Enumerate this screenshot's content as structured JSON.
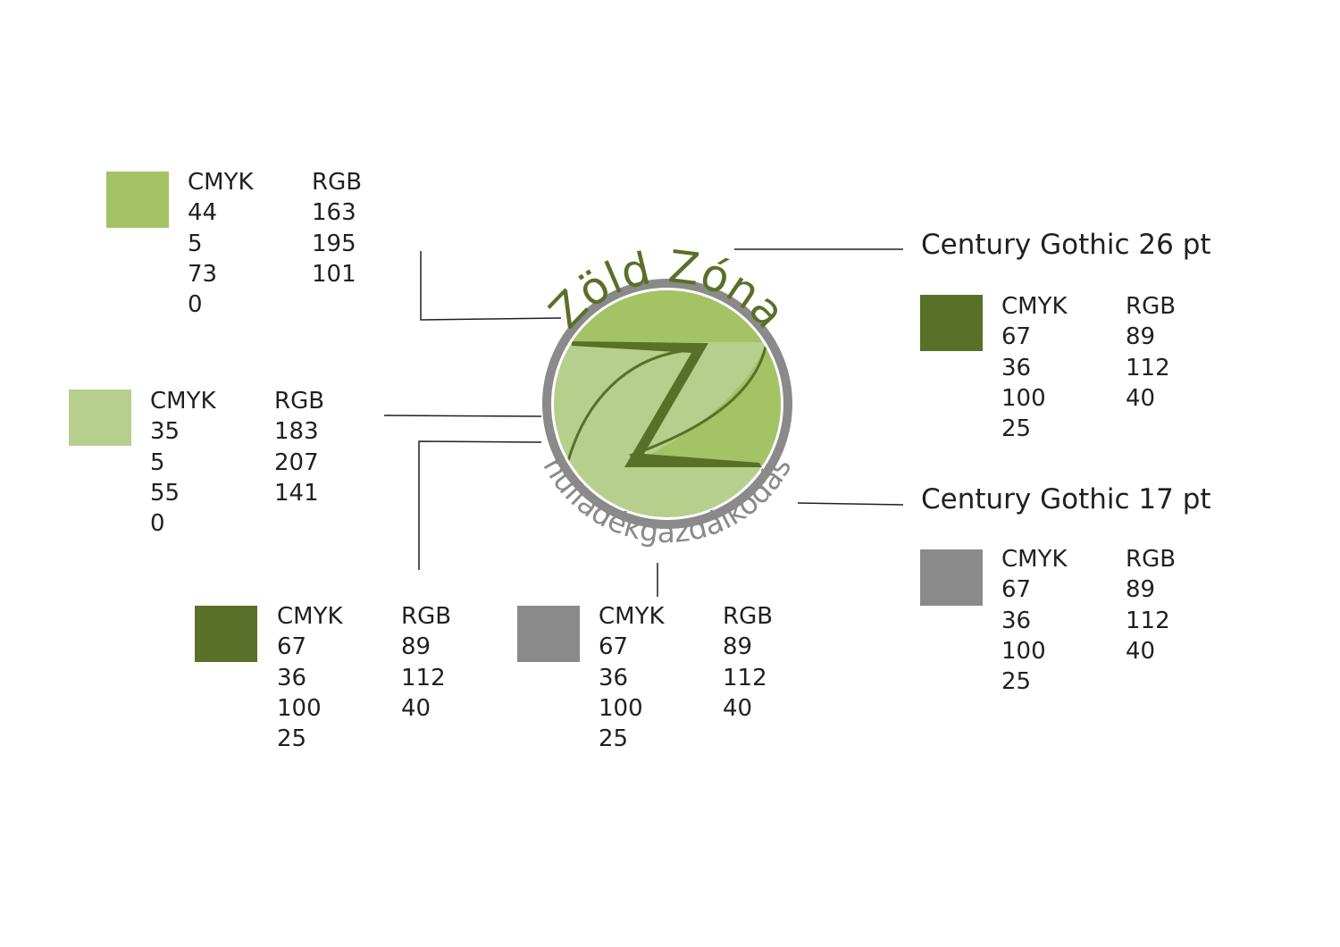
{
  "logo": {
    "title": "Zöld Zóna",
    "subtitle": "hulladékgazdálkodás",
    "title_color": "#597028",
    "subtitle_color": "#8a8a8a",
    "ring_color": "#8a8a8a",
    "leaf_light": "#b7cf8d",
    "leaf_mid": "#a3c365",
    "z_color": "#597028"
  },
  "font_labels": {
    "title_font": "Century Gothic 26 pt",
    "subtitle_font": "Century Gothic 17 pt"
  },
  "swatches": {
    "leaf_mid": {
      "color": "#a3c365",
      "cmyk_label": "CMYK",
      "rgb_label": "RGB",
      "cmyk": [
        "44",
        "5",
        "73",
        "0"
      ],
      "rgb": [
        "163",
        "195",
        "101"
      ]
    },
    "leaf_light": {
      "color": "#b7cf8d",
      "cmyk_label": "CMYK",
      "rgb_label": "RGB",
      "cmyk": [
        "35",
        "5",
        "55",
        "0"
      ],
      "rgb": [
        "183",
        "207",
        "141"
      ]
    },
    "z_dark": {
      "color": "#597028",
      "cmyk_label": "CMYK",
      "rgb_label": "RGB",
      "cmyk": [
        "67",
        "36",
        "100",
        "25"
      ],
      "rgb": [
        "89",
        "112",
        "40"
      ]
    },
    "ring_gray": {
      "color": "#8a8a8a",
      "cmyk_label": "CMYK",
      "rgb_label": "RGB",
      "cmyk": [
        "67",
        "36",
        "100",
        "25"
      ],
      "rgb": [
        "89",
        "112",
        "40"
      ]
    },
    "title_dark": {
      "color": "#597028",
      "cmyk_label": "CMYK",
      "rgb_label": "RGB",
      "cmyk": [
        "67",
        "36",
        "100",
        "25"
      ],
      "rgb": [
        "89",
        "112",
        "40"
      ]
    },
    "subtitle_gray": {
      "color": "#8a8a8a",
      "cmyk_label": "CMYK",
      "rgb_label": "RGB",
      "cmyk": [
        "67",
        "36",
        "100",
        "25"
      ],
      "rgb": [
        "89",
        "112",
        "40"
      ]
    }
  }
}
